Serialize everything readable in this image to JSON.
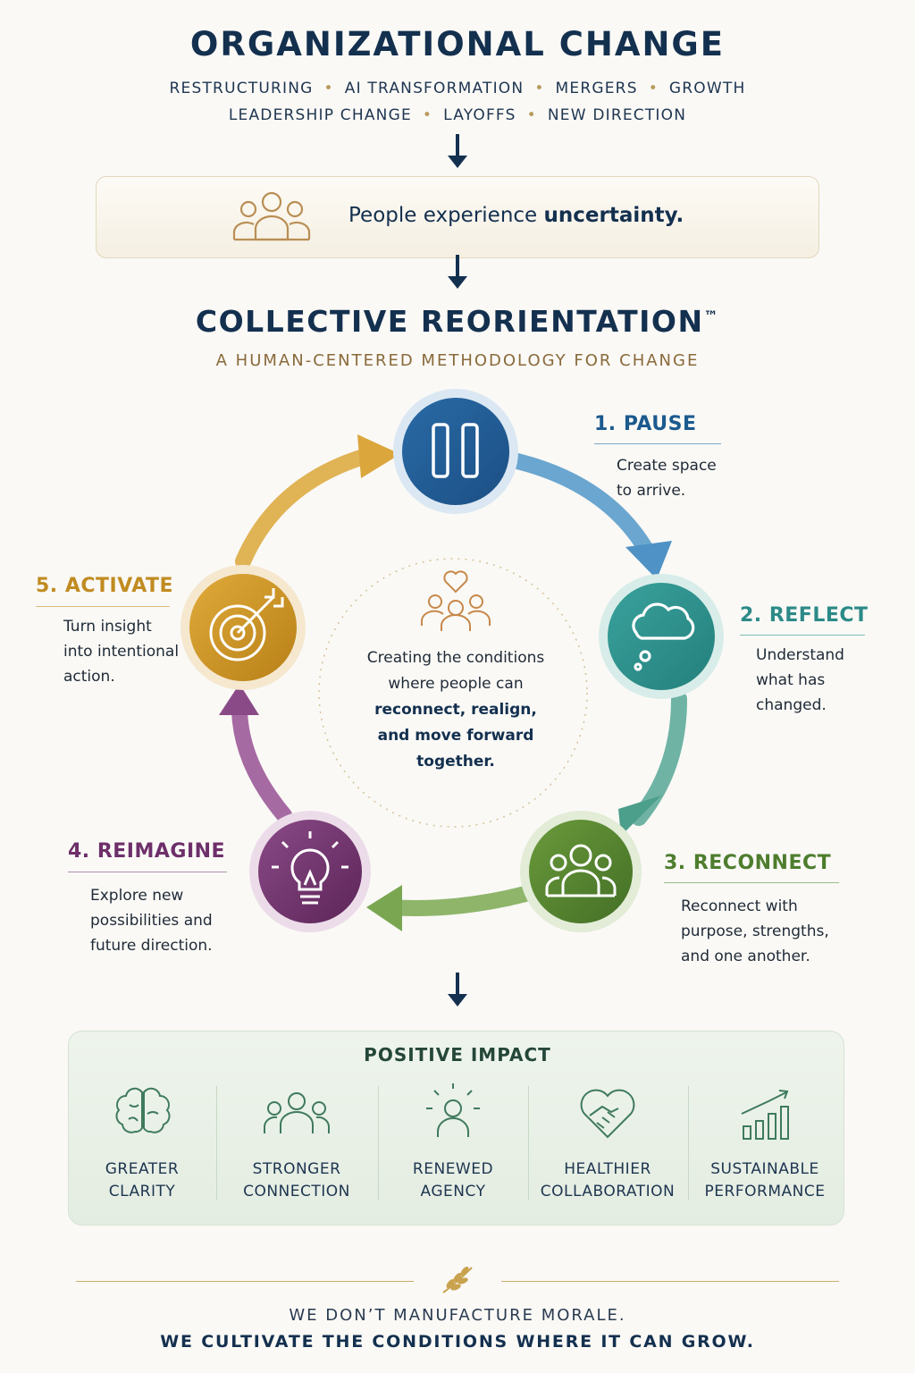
{
  "header": {
    "title": "ORGANIZATIONAL CHANGE",
    "drivers_line1": [
      "RESTRUCTURING",
      "AI TRANSFORMATION",
      "MERGERS",
      "GROWTH"
    ],
    "drivers_line2": [
      "LEADERSHIP CHANGE",
      "LAYOFFS",
      "NEW DIRECTION"
    ]
  },
  "uncertainty": {
    "text_prefix": "People experience ",
    "text_bold": "uncertainty."
  },
  "method": {
    "title": "COLLECTIVE REORIENTATION",
    "trademark": "™",
    "subtitle": "A HUMAN-CENTERED METHODOLOGY FOR CHANGE"
  },
  "cycle": {
    "center_text_plain": "Creating the conditions where people can",
    "center_text_bold": "reconnect, realign, and move forward together.",
    "steps": [
      {
        "title": "1. PAUSE",
        "desc_lines": [
          "Create space",
          "to arrive."
        ],
        "color": "#1c5a8e"
      },
      {
        "title": "2. REFLECT",
        "desc_lines": [
          "Understand",
          "what has",
          "changed."
        ],
        "color": "#2c8a88"
      },
      {
        "title": "3. RECONNECT",
        "desc_lines": [
          "Reconnect with",
          "purpose, strengths,",
          "and one another."
        ],
        "color": "#4e7d2e"
      },
      {
        "title": "4. REIMAGINE",
        "desc_lines": [
          "Explore new",
          "possibilities and",
          "future direction."
        ],
        "color": "#6d2f6a"
      },
      {
        "title": "5. ACTIVATE",
        "desc_lines": [
          "Turn insight",
          "into intentional",
          "action."
        ],
        "color": "#c18b21"
      }
    ]
  },
  "impact": {
    "title": "POSITIVE IMPACT",
    "items": [
      {
        "line1": "GREATER",
        "line2": "CLARITY",
        "icon": "brain-icon"
      },
      {
        "line1": "STRONGER",
        "line2": "CONNECTION",
        "icon": "group-icon"
      },
      {
        "line1": "RENEWED",
        "line2": "AGENCY",
        "icon": "person-sun-icon"
      },
      {
        "line1": "HEALTHIER",
        "line2": "COLLABORATION",
        "icon": "heart-handshake-icon"
      },
      {
        "line1": "SUSTAINABLE",
        "line2": "PERFORMANCE",
        "icon": "growth-chart-icon"
      }
    ]
  },
  "footer": {
    "line1": "WE DON’T MANUFACTURE MORALE.",
    "line2": "WE CULTIVATE THE CONDITIONS WHERE IT CAN GROW."
  }
}
